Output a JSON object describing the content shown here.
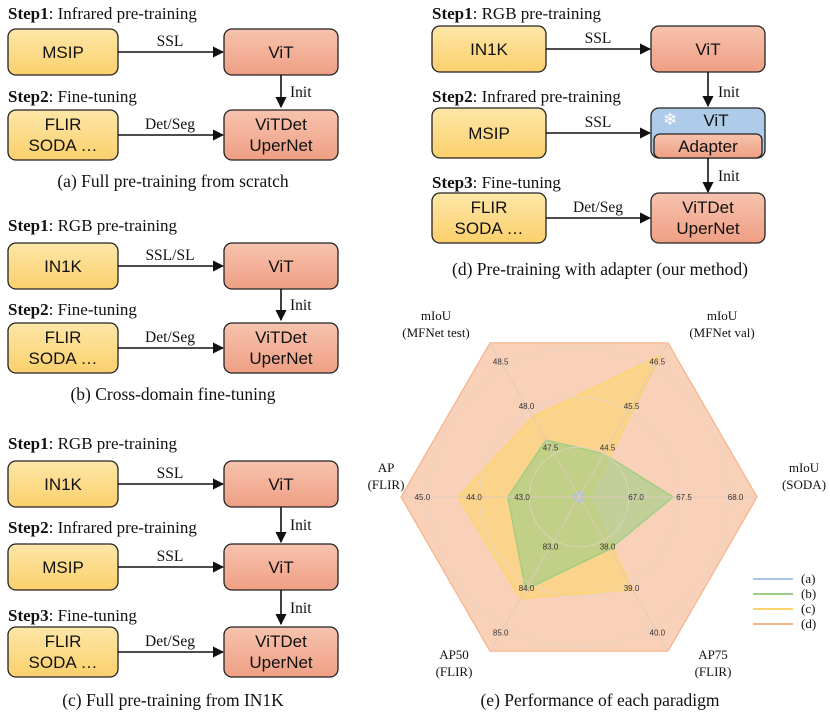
{
  "panels": {
    "a": {
      "step1": {
        "bold": "Step1",
        "rest": ": Infrared pre-training"
      },
      "step2": {
        "bold": "Step2",
        "rest": ": Fine-tuning"
      },
      "box_src": "MSIP",
      "edge1": "SSL",
      "box_vit": "ViT",
      "edge_init": "Init",
      "box_ds1": "FLIR",
      "box_ds2": "SODA …",
      "edge2": "Det/Seg",
      "box_head1": "ViTDet",
      "box_head2": "UperNet",
      "caption": "(a) Full pre-training from scratch"
    },
    "b": {
      "step1": {
        "bold": "Step1",
        "rest": ": RGB pre-training"
      },
      "step2": {
        "bold": "Step2",
        "rest": ": Fine-tuning"
      },
      "box_src": "IN1K",
      "edge1": "SSL/SL",
      "box_vit": "ViT",
      "edge_init": "Init",
      "box_ds1": "FLIR",
      "box_ds2": "SODA …",
      "edge2": "Det/Seg",
      "box_head1": "ViTDet",
      "box_head2": "UperNet",
      "caption": "(b) Cross-domain fine-tuning"
    },
    "c": {
      "step1": {
        "bold": "Step1",
        "rest": ": RGB pre-training"
      },
      "step2": {
        "bold": "Step2",
        "rest": ": Infrared pre-training"
      },
      "step3": {
        "bold": "Step3",
        "rest": ": Fine-tuning"
      },
      "box_src1": "IN1K",
      "edge1": "SSL",
      "box_vit1": "ViT",
      "edge_init1": "Init",
      "box_src2": "MSIP",
      "edge2": "SSL",
      "box_vit2": "ViT",
      "edge_init2": "Init",
      "box_ds1": "FLIR",
      "box_ds2": "SODA …",
      "edge3": "Det/Seg",
      "box_head1": "ViTDet",
      "box_head2": "UperNet",
      "caption": "(c) Full pre-training from IN1K"
    },
    "d": {
      "step1": {
        "bold": "Step1",
        "rest": ": RGB pre-training"
      },
      "step2": {
        "bold": "Step2",
        "rest": ": Infrared pre-training"
      },
      "step3": {
        "bold": "Step3",
        "rest": ": Fine-tuning"
      },
      "box_src1": "IN1K",
      "edge1": "SSL",
      "box_vit1": "ViT",
      "edge_init1": "Init",
      "box_src2": "MSIP",
      "edge2": "SSL",
      "box_vit2": "ViT",
      "box_adapter": "Adapter",
      "edge_init2": "Init",
      "box_ds1": "FLIR",
      "box_ds2": "SODA …",
      "edge3": "Det/Seg",
      "box_head1": "ViTDet",
      "box_head2": "UperNet",
      "caption": "(d) Pre-training with adapter (our method)"
    }
  },
  "colors": {
    "yellow_box": "#fcd77e",
    "orange_box": "#f2a98e",
    "frozen_box": "#aecbe9",
    "series_a": "#a9c4e8",
    "series_b": "#9ccd84",
    "series_c": "#fcd46a",
    "series_d": "#f6b58e"
  },
  "chart_data": {
    "type": "radar",
    "caption": "(e) Performance of each paradigm",
    "axes": [
      {
        "name": "mIoU (SODA)",
        "label_lines": [
          "mIoU",
          "(SODA)"
        ],
        "ticks": [
          "67.0",
          "67.5",
          "68.0"
        ]
      },
      {
        "name": "mIoU (MFNet val)",
        "label_lines": [
          "mIoU",
          "(MFNet val)"
        ],
        "ticks": [
          "44.5",
          "45.5",
          "46.5"
        ]
      },
      {
        "name": "mIoU (MFNet test)",
        "label_lines": [
          "mIoU",
          "(MFNet test)"
        ],
        "ticks": [
          "47.5",
          "48.0",
          "48.5"
        ]
      },
      {
        "name": "AP (FLIR)",
        "label_lines": [
          "AP",
          "(FLIR)"
        ],
        "ticks": [
          "43.0",
          "44.0",
          "45.0"
        ]
      },
      {
        "name": "AP50 (FLIR)",
        "label_lines": [
          "AP50",
          "(FLIR)"
        ],
        "ticks": [
          "83.0",
          "84.0",
          "85.0"
        ]
      },
      {
        "name": "AP75 (FLIR)",
        "label_lines": [
          "AP75",
          "(FLIR)"
        ],
        "ticks": [
          "38.0",
          "39.0",
          "40.0"
        ]
      }
    ],
    "series": [
      {
        "name": "(a)",
        "color": "#a9c4e8",
        "values": [
          0.03,
          0.03,
          0.03,
          0.03,
          0.03,
          0.03
        ]
      },
      {
        "name": "(b)",
        "color": "#9ccd84",
        "values": [
          0.53,
          0.28,
          0.37,
          0.4,
          0.6,
          0.34
        ]
      },
      {
        "name": "(c)",
        "color": "#fcd46a",
        "values": [
          0.06,
          0.92,
          0.52,
          0.68,
          0.66,
          0.6
        ]
      },
      {
        "name": "(d)",
        "color": "#f6b58e",
        "values": [
          1.0,
          1.0,
          1.0,
          1.0,
          1.0,
          1.0
        ]
      }
    ],
    "grid": true,
    "legend": "right"
  }
}
